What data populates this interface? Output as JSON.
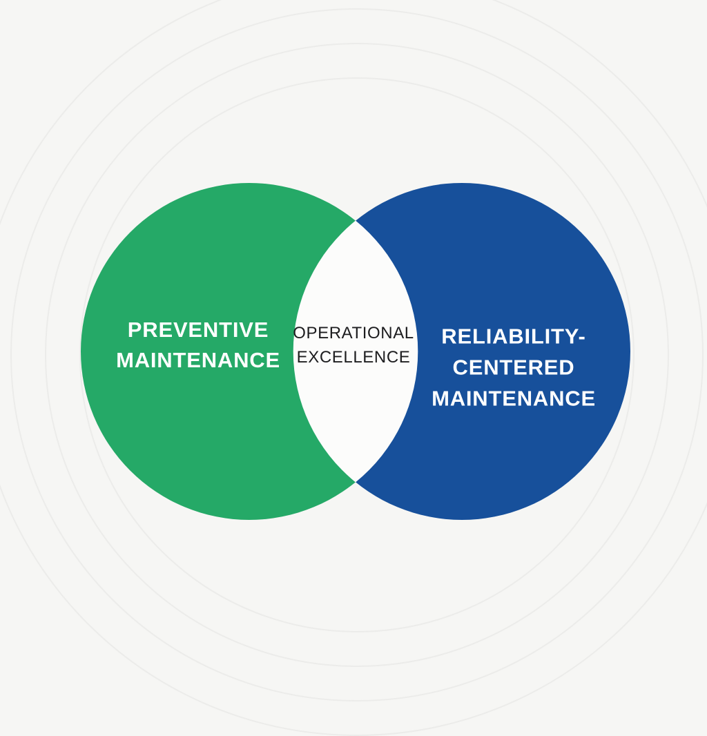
{
  "canvas": {
    "background_color": "#f6f6f4"
  },
  "diagram": {
    "type": "venn",
    "left_circle": {
      "label_line1": "PREVENTIVE",
      "label_line2": "MAINTENANCE",
      "fill_color": "#25a967",
      "text_color": "#ffffff"
    },
    "right_circle": {
      "label_line1": "RELIABILITY-",
      "label_line2": "CENTERED",
      "label_line3": "MAINTENANCE",
      "fill_color": "#17509b",
      "text_color": "#ffffff"
    },
    "intersection": {
      "label_line1": "OPERATIONAL",
      "label_line2": "EXCELLENCE",
      "fill_color": "#fcfcfb",
      "text_color": "#1d1d1f"
    }
  }
}
